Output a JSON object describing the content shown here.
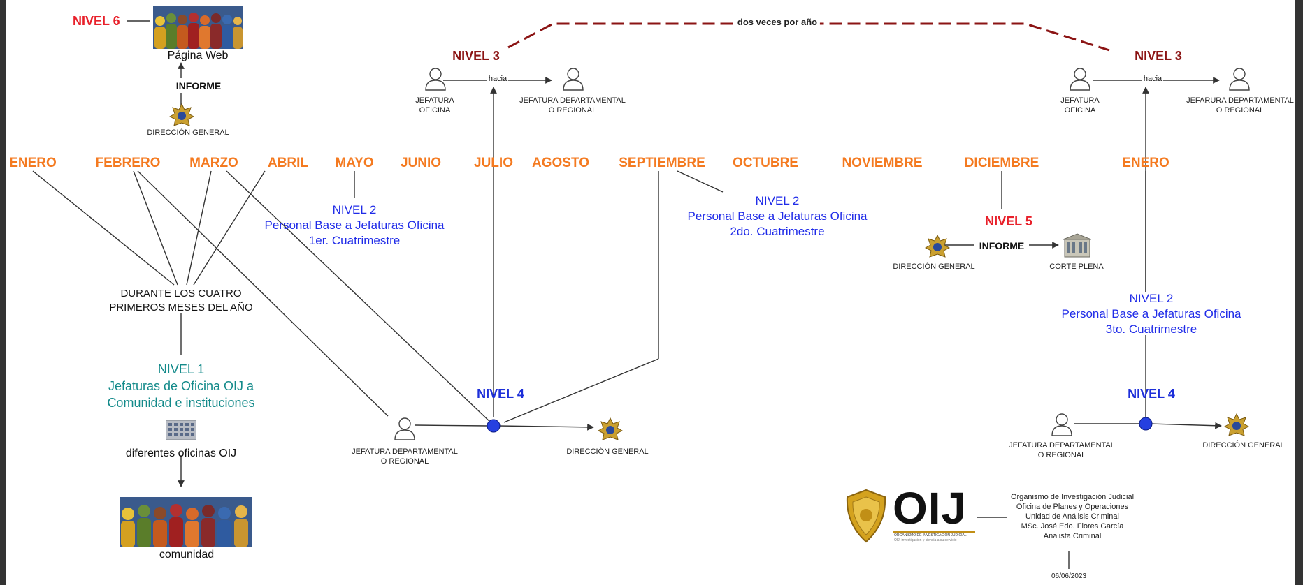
{
  "months": [
    "ENERO",
    "FEBRERO",
    "MARZO",
    "ABRIL",
    "MAYO",
    "JUNIO",
    "JULIO",
    "AGOSTO",
    "SEPTIEMBRE",
    "OCTUBRE",
    "NOVIEMBRE",
    "DICIEMBRE",
    "ENERO"
  ],
  "nivel6": {
    "label": "NIVEL 6",
    "web_label": "Página Web",
    "informe": "INFORME",
    "direccion": "DIRECCIÓN GENERAL"
  },
  "nivel3_left": {
    "label": "NIVEL 3",
    "jef_oficina": "JEFATURA\nOFICINA",
    "hacia": "hacia",
    "jef_dep": "JEFATURA DEPARTAMENTAL\nO REGIONAL"
  },
  "nivel3_right": {
    "label": "NIVEL 3",
    "jef_oficina": "JEFATURA\nOFICINA",
    "hacia": "hacia",
    "jef_dep": "JEFARURA DEPARTAMENTAL\nO REGIONAL"
  },
  "dos_veces": "dos veces por año",
  "nivel2_a": {
    "title": "NIVEL 2",
    "line1": "Personal Base a Jefaturas Oficina",
    "line2": "1er. Cuatrimestre"
  },
  "nivel2_b": {
    "title": "NIVEL 2",
    "line1": "Personal Base a Jefaturas Oficina",
    "line2": "2do. Cuatrimestre"
  },
  "nivel2_c": {
    "title": "NIVEL 2",
    "line1": "Personal Base a Jefaturas Oficina",
    "line2": "3to. Cuatrimestre"
  },
  "cuatro_meses": "DURANTE LOS CUATRO\nPRIMEROS MESES DEL AÑO",
  "nivel1": {
    "title": "NIVEL 1",
    "line1": "Jefaturas de Oficina OIJ a",
    "line2": "Comunidad e instituciones",
    "oficinas": "diferentes oficinas OIJ",
    "comunidad": "comunidad"
  },
  "nivel4_left": {
    "label": "NIVEL 4",
    "jef_dep": "JEFATURA DEPARTAMENTAL\nO REGIONAL",
    "direccion": "DIRECCIÓN GENERAL"
  },
  "nivel4_right": {
    "label": "NIVEL 4",
    "jef_dep": "JEFATURA DEPARTAMENTAL\nO REGIONAL",
    "direccion": "DIRECCIÓN GENERAL"
  },
  "nivel5": {
    "label": "NIVEL 5",
    "direccion": "DIRECCIÓN GENERAL",
    "informe": "INFORME",
    "corte": "CORTE PLENA"
  },
  "logo": {
    "text": "OIJ",
    "subtitle": "ORGANISMO DE INVESTIGACIÓN JUDICIAL",
    "tagline": "OIJ, investigación y ciencia a su servicio"
  },
  "credits": [
    "Organismo de Investigación Judicial",
    "Oficina de Planes y Operaciones",
    "Unidad de Análisis Criminal",
    "MSc. José Edo. Flores García",
    "Analista Criminal"
  ],
  "date": "06/06/2023",
  "colors": {
    "month": "#f47a20",
    "nivel_red": "#e8202a",
    "nivel_dark": "#8b1414",
    "nivel_blue": "#1d2fd9",
    "nivel1_teal": "#138a8a",
    "dashed": "#8b1414"
  }
}
